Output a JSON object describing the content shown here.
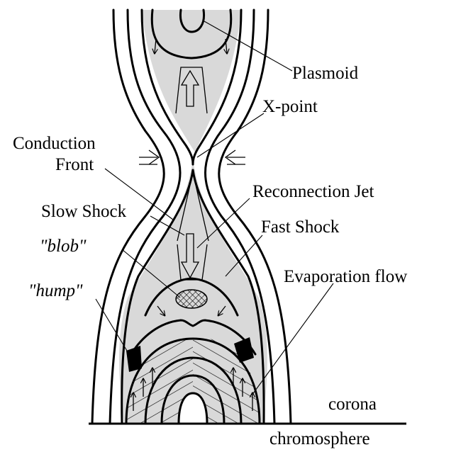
{
  "labels": {
    "plasmoid": "Plasmoid",
    "x_point": "X-point",
    "conduction_front_line1": "Conduction",
    "conduction_front_line2": "Front",
    "reconnection_jet": "Reconnection Jet",
    "slow_shock": "Slow Shock",
    "fast_shock": "Fast Shock",
    "blob": "\"blob\"",
    "hump": "\"hump\"",
    "evaporation_flow": "Evaporation flow",
    "corona": "corona",
    "chromosphere": "chromosphere"
  },
  "colors": {
    "shaded_region": "#d9d9d9",
    "ink": "#000000",
    "background": "#ffffff"
  }
}
